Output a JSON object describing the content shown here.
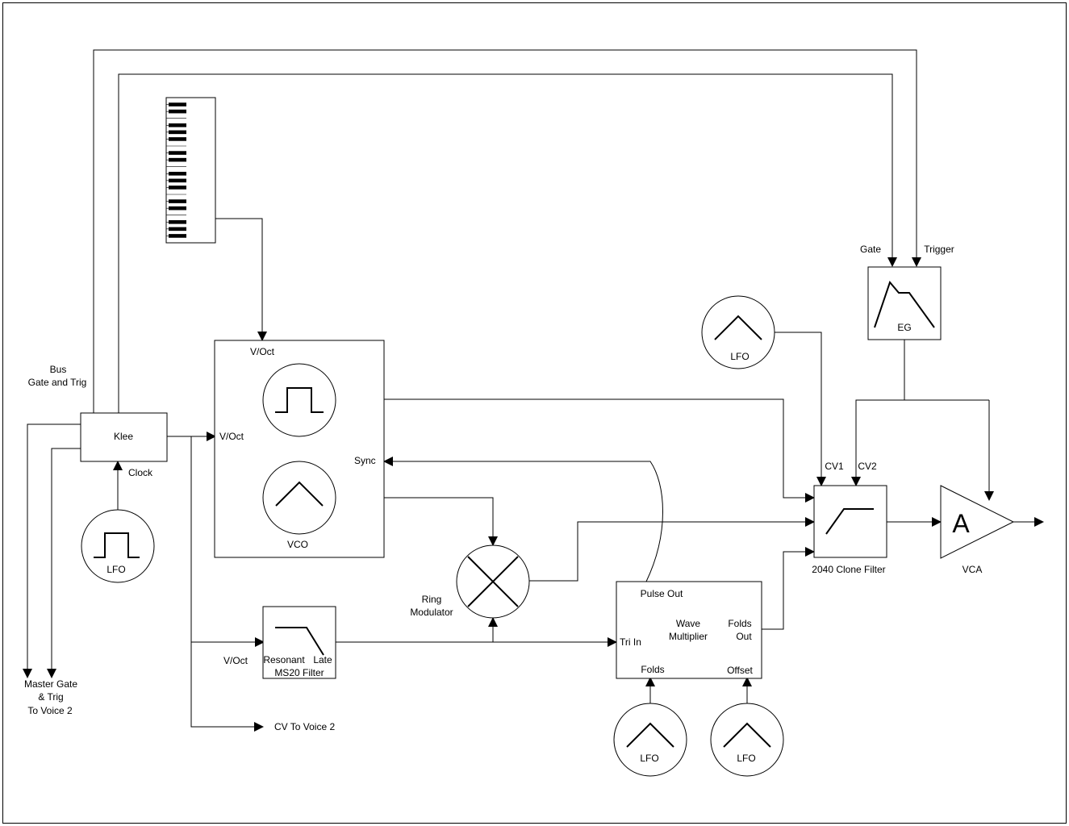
{
  "labels": {
    "bus": "Bus",
    "gate_and_trig": "Gate and Trig",
    "klee": "Klee",
    "clock": "Clock",
    "lfo_clock": "LFO",
    "master_gate": "Master Gate",
    "and_trig": "& Trig",
    "to_voice_2": "To Voice 2",
    "vco_voct_top": "V/Oct",
    "vco_voct_left": "V/Oct",
    "sync": "Sync",
    "vco": "VCO",
    "ring": "Ring",
    "modulator": "Modulator",
    "ms20_voct": "V/Oct",
    "resonant": "Resonant",
    "late": "Late",
    "ms20_filter": "MS20 Filter",
    "cv_to_voice_2": "CV To Voice 2",
    "pulse_out": "Pulse Out",
    "wave": "Wave",
    "multiplier": "Multiplier",
    "folds_label": "Folds",
    "out_label": "Out",
    "tri_in": "Tri In",
    "folds_in": "Folds",
    "offset": "Offset",
    "lfo_folds": "LFO",
    "lfo_offset": "LFO",
    "lfo_filter": "LFO",
    "cv1": "CV1",
    "cv2": "CV2",
    "filter_2040": "2040 Clone Filter",
    "gate": "Gate",
    "trigger": "Trigger",
    "eg": "EG",
    "vca_glyph": "A",
    "vca": "VCA"
  }
}
